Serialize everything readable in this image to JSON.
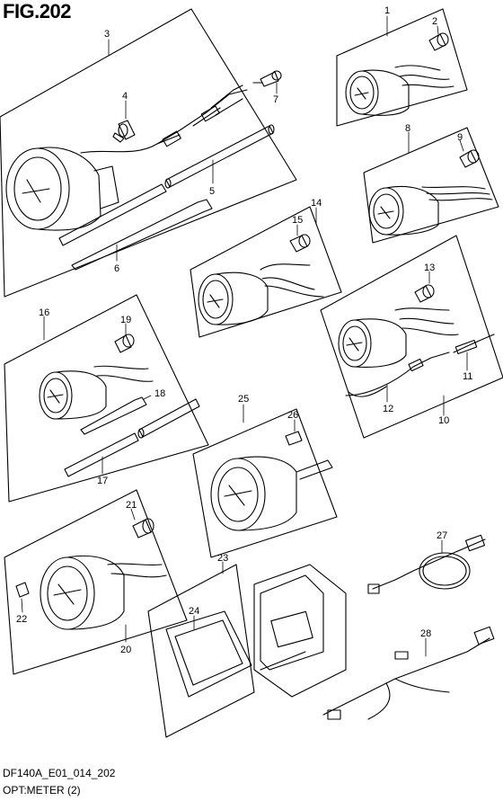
{
  "figure": {
    "title": "FIG.202",
    "code": "DF140A_E01_014_202",
    "caption": "OPT:METER (2)"
  },
  "callouts": [
    "1",
    "2",
    "3",
    "4",
    "5",
    "6",
    "7",
    "8",
    "9",
    "10",
    "11",
    "12",
    "13",
    "14",
    "15",
    "16",
    "17",
    "18",
    "19",
    "20",
    "21",
    "22",
    "23",
    "24",
    "25",
    "26",
    "27",
    "28"
  ]
}
